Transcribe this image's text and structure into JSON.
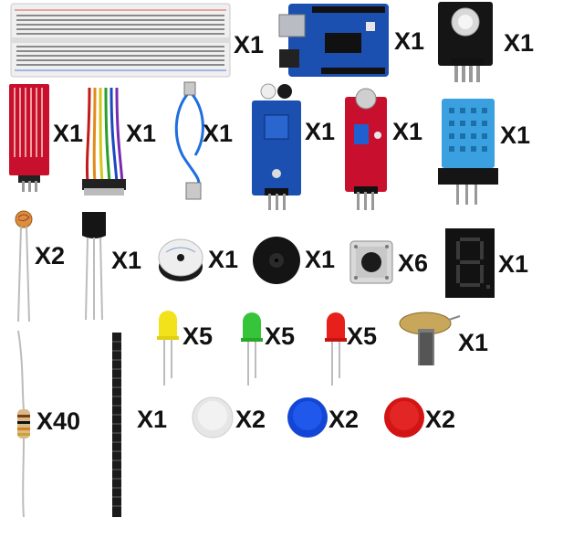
{
  "items": [
    {
      "name": "breadboard",
      "qty": "X1",
      "icon": "breadboard-icon"
    },
    {
      "name": "uno-board",
      "qty": "X1",
      "icon": "microcontroller-board-icon"
    },
    {
      "name": "rgb-led-module",
      "qty": "X1",
      "icon": "rgb-led-module-icon"
    },
    {
      "name": "water-level-sensor",
      "qty": "X1",
      "icon": "water-sensor-icon"
    },
    {
      "name": "jumper-wires",
      "qty": "X1",
      "icon": "jumper-wires-icon"
    },
    {
      "name": "usb-cable",
      "qty": "X1",
      "icon": "usb-cable-icon"
    },
    {
      "name": "ir-sensor-module",
      "qty": "X1",
      "icon": "ir-sensor-icon"
    },
    {
      "name": "sound-sensor-module",
      "qty": "X1",
      "icon": "microphone-module-icon"
    },
    {
      "name": "dht11-module",
      "qty": "X1",
      "icon": "temperature-humidity-sensor-icon"
    },
    {
      "name": "photoresistor",
      "qty": "X2",
      "icon": "photoresistor-icon"
    },
    {
      "name": "transistor",
      "qty": "X1",
      "icon": "transistor-icon"
    },
    {
      "name": "active-buzzer",
      "qty": "X1",
      "icon": "buzzer-icon"
    },
    {
      "name": "passive-buzzer",
      "qty": "X1",
      "icon": "passive-buzzer-icon"
    },
    {
      "name": "tactile-switch",
      "qty": "X6",
      "icon": "push-button-icon"
    },
    {
      "name": "seven-segment-display",
      "qty": "X1",
      "icon": "seven-segment-icon"
    },
    {
      "name": "yellow-led",
      "qty": "X5",
      "icon": "yellow-led-icon"
    },
    {
      "name": "green-led",
      "qty": "X5",
      "icon": "green-led-icon"
    },
    {
      "name": "red-led",
      "qty": "X5",
      "icon": "red-led-icon"
    },
    {
      "name": "potentiometer",
      "qty": "X1",
      "icon": "potentiometer-icon"
    },
    {
      "name": "resistor",
      "qty": "X40",
      "icon": "resistor-icon"
    },
    {
      "name": "pin-header",
      "qty": "X1",
      "icon": "pin-header-icon"
    },
    {
      "name": "white-button-cap",
      "qty": "X2",
      "icon": "white-cap-icon"
    },
    {
      "name": "blue-button-cap",
      "qty": "X2",
      "icon": "blue-cap-icon"
    },
    {
      "name": "red-button-cap",
      "qty": "X2",
      "icon": "red-cap-icon"
    }
  ],
  "colors": {
    "pcb_blue": "#1b4fb0",
    "pcb_red": "#c8102e",
    "sensor_blue": "#3aa0e0",
    "cap_blue": "#1346d6",
    "cap_red": "#d21414",
    "led_yellow": "#f2e21c",
    "led_green": "#36c43a",
    "led_red": "#e8201c"
  }
}
